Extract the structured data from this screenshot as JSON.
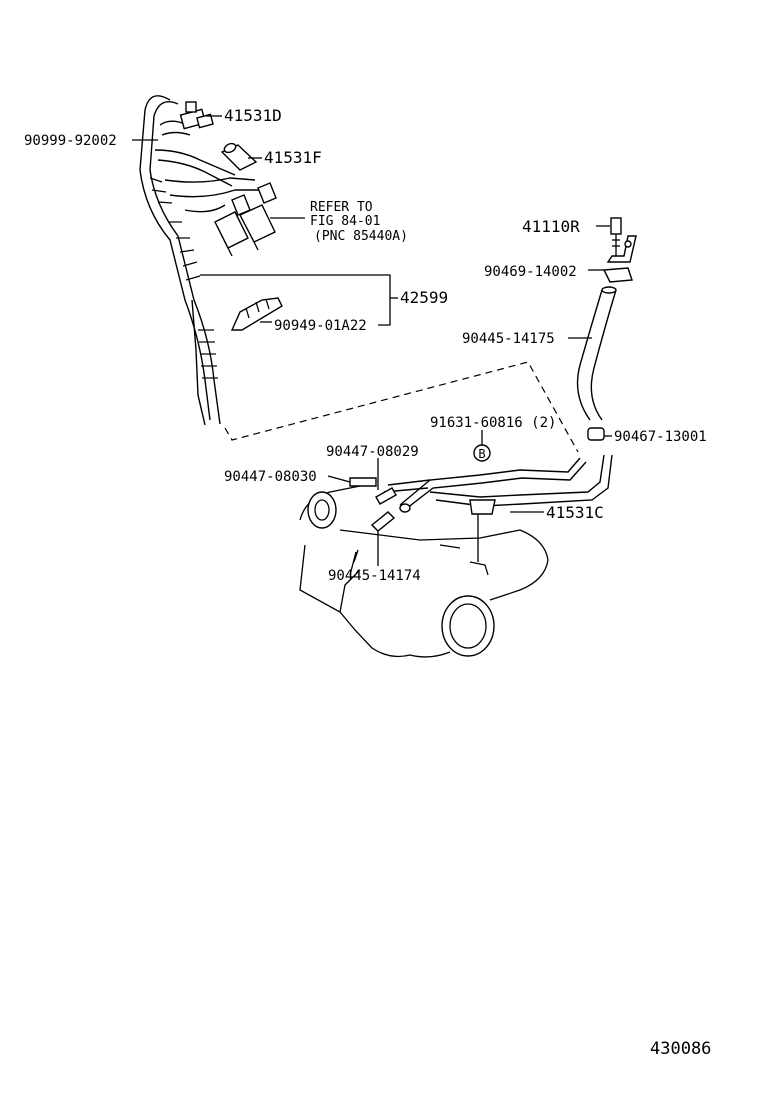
{
  "labels": {
    "p_41531D": "41531D",
    "p_90999": "90999-92002",
    "p_41531F": "41531F",
    "ref_1": "REFER TO",
    "ref_2": "FIG 84-01",
    "ref_3": "(PNC 85440A)",
    "p_42599": "42599",
    "p_90949": "90949-01A22",
    "p_41110R": "41110R",
    "p_90469": "90469-14002",
    "p_90445_14175": "90445-14175",
    "p_91631": "91631-60816 (2)",
    "p_90467": "90467-13001",
    "p_90447_08029": "90447-08029",
    "p_90447_08030": "90447-08030",
    "p_41531C": "41531C",
    "p_90445_14174": "90445-14174",
    "marker_b": "B",
    "figure_number": "430086"
  }
}
